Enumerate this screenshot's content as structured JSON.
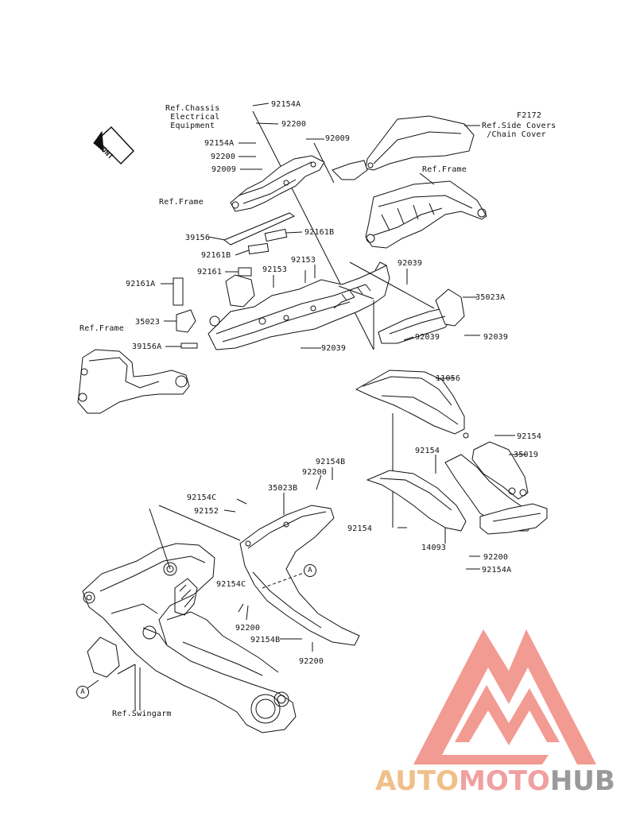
{
  "diagram_code": "F2172",
  "front_label": "FRONT",
  "refs": {
    "chassis_electrical": "Ref.Chassis\n Electrical\n Equipment",
    "side_covers": "Ref.Side Covers\n /Chain Cover",
    "frame_1": "Ref.Frame",
    "frame_2": "Ref.Frame",
    "frame_3": "Ref.Frame",
    "swingarm": "Ref.Swingarm"
  },
  "callout_marker": "A",
  "parts": {
    "p92154A_top": "92154A",
    "p92200_top": "92200",
    "p92154A_left": "92154A",
    "p92200_left": "92200",
    "p92009_left": "92009",
    "p92009_right": "92009",
    "p39156": "39156",
    "p92161B_right": "92161B",
    "p92161B_left": "92161B",
    "p92153_a": "92153",
    "p92153_b": "92153",
    "p92161": "92161",
    "p92161A": "92161A",
    "p35023": "35023",
    "p39156A": "39156A",
    "p92039_a": "92039",
    "p92039_b": "92039",
    "p92039_c": "92039",
    "p92039_d": "92039",
    "p35023A": "35023A",
    "p11056": "11056",
    "p92154_a": "92154",
    "p92154_b": "92154",
    "p35019": "35019",
    "p92154B_top": "92154B",
    "p92200_mid": "92200",
    "p35023B": "35023B",
    "p92154C_top": "92154C",
    "p92152": "92152",
    "p92154_c": "92154",
    "p14093": "14093",
    "p92200_right": "92200",
    "p92154A_right": "92154A",
    "p92154C_low": "92154C",
    "p92200_low": "92200",
    "p92154B_low": "92154B",
    "p92200_bottom": "92200"
  },
  "watermark": {
    "part1": "AUTO",
    "part2": "MOTO",
    "part3": "HUB",
    "colors": {
      "auto": "#f0c08a",
      "moto": "#f0a0a0",
      "hub": "#9a9a9a",
      "logo": "#f08a80"
    }
  }
}
